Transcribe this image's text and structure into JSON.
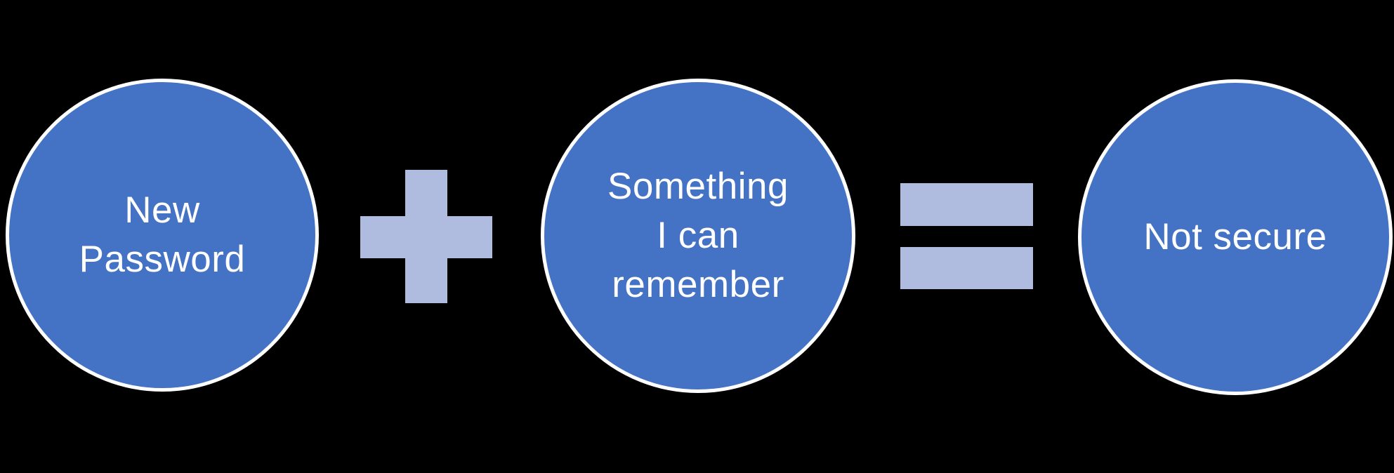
{
  "diagram": {
    "description_colors": {
      "background": "#000000",
      "circle_fill": "#4472C4",
      "circle_border": "#FFFFFF",
      "operator_fill": "#AFBCDF",
      "text_color": "#FFFFFF"
    },
    "nodes": [
      {
        "id": "new-password",
        "label": "New Password",
        "lines": [
          "New",
          "Password"
        ]
      },
      {
        "id": "something-i-can-remember",
        "label": "Something I can remember",
        "lines": [
          "Something",
          "I can",
          "remember"
        ]
      },
      {
        "id": "not-secure",
        "label": "Not secure",
        "lines": [
          "Not secure"
        ]
      }
    ],
    "operators": [
      {
        "id": "plus",
        "symbol": "+"
      },
      {
        "id": "equals",
        "symbol": "="
      }
    ]
  }
}
